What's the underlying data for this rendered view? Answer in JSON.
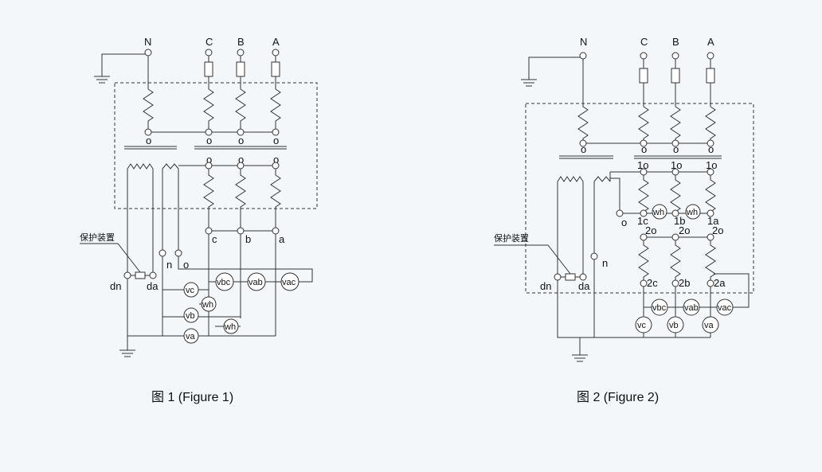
{
  "figure1": {
    "caption": "图 1  (Figure 1)",
    "phases": [
      "N",
      "C",
      "B",
      "A"
    ],
    "winding_o": [
      "o",
      "o",
      "o",
      "o"
    ],
    "secondary_o": [
      "o",
      "o",
      "o"
    ],
    "outputs": [
      "c",
      "b",
      "a"
    ],
    "n_label": "n",
    "o_label": "o",
    "dn": "dn",
    "da": "da",
    "protection": "保护装置",
    "meters": [
      "vc",
      "wh",
      "vb",
      "wh",
      "va",
      "vbc",
      "vab",
      "vac"
    ]
  },
  "figure2": {
    "caption": "图 2  (Figure 2)",
    "phases": [
      "N",
      "C",
      "B",
      "A"
    ],
    "winding_o": [
      "o",
      "o",
      "o",
      "o"
    ],
    "first_o": [
      "1o",
      "1o",
      "1o"
    ],
    "first_out": [
      "1c",
      "1b",
      "1a"
    ],
    "second_o": [
      "2o",
      "2o",
      "2o"
    ],
    "second_out": [
      "2c",
      "2b",
      "2a"
    ],
    "o_label": "o",
    "n_label": "n",
    "dn": "dn",
    "da": "da",
    "protection": "保护装置",
    "wh": [
      "wh",
      "wh"
    ],
    "meters_line": [
      "vbc",
      "vab",
      "vac"
    ],
    "meters_phase": [
      "vc",
      "vb",
      "va"
    ]
  }
}
